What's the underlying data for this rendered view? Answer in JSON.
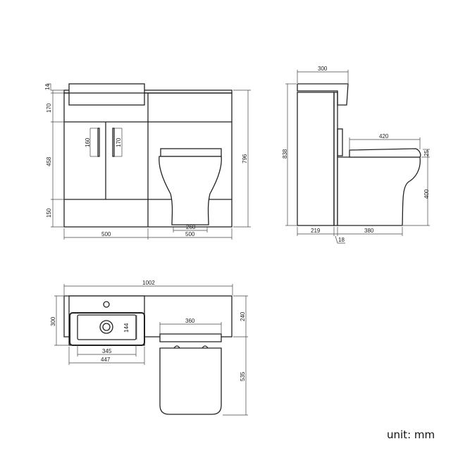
{
  "front_view": {
    "dims": {
      "top_thickness": "14",
      "top_section": "170",
      "door_section": "458",
      "plinth": "150",
      "overall_height": "796",
      "handle_left": "160",
      "handle_right": "170",
      "width_left": "500",
      "width_right": "500",
      "toilet_base": "260"
    }
  },
  "side_view": {
    "dims": {
      "basin_depth": "300",
      "overall_height": "838",
      "seat_length": "420",
      "seat_thickness": "25",
      "pan_height": "400",
      "cabinet_depth": "219",
      "panel": "18",
      "pan_depth": "380"
    }
  },
  "top_view": {
    "dims": {
      "overall_width": "1002",
      "basin_depth": "300",
      "bowl_inner": "144",
      "bowl_width": "345",
      "basin_width": "447",
      "cabinet_depth": "240",
      "seat_width": "360",
      "toilet_projection": "535"
    }
  },
  "footer": {
    "unit_label": "unit: mm"
  }
}
